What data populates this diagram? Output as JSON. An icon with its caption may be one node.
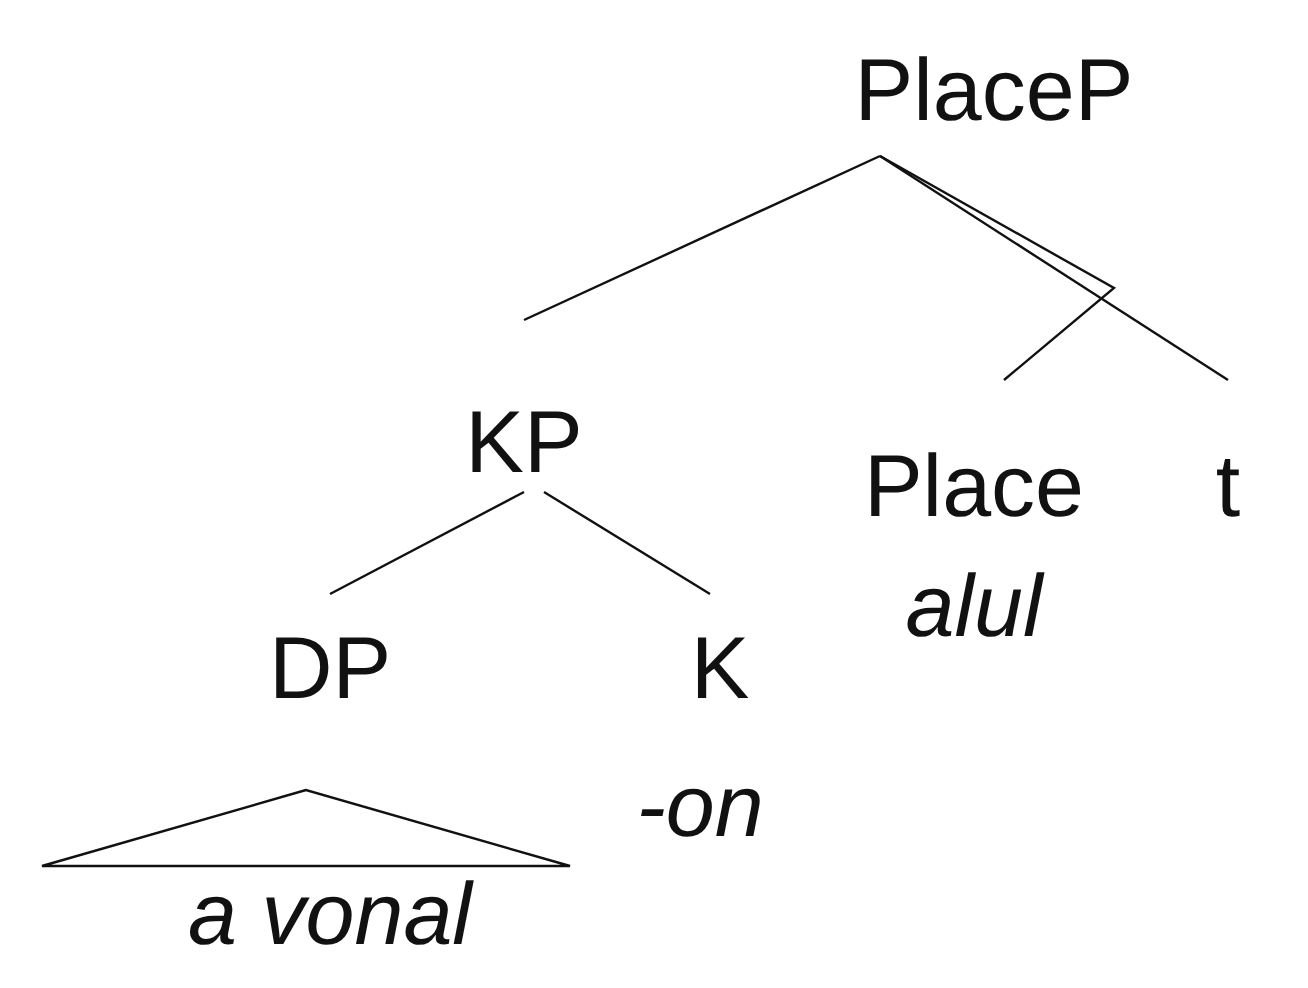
{
  "diagram": {
    "nodes": [
      {
        "text": [
          "PlaceP"
        ]
      },
      {
        "text": [
          "KP"
        ]
      },
      {
        "text": [
          "Place"
        ],
        "beside": [
          "alul"
        ]
      },
      {
        "text": [
          "t"
        ]
      },
      {
        "text": [
          "DP"
        ]
      },
      {
        "text": [
          "K"
        ],
        "beside": [
          "-on"
        ]
      },
      {
        "text": [],
        "shape": "triangle",
        "beside": [
          "a vonal"
        ]
      }
    ],
    "edges": [
      {
        "from": 0,
        "to": 1,
        "arrow": "none"
      },
      {
        "from": 0,
        "to": 2,
        "arrow": "none"
      },
      {
        "from": 0,
        "to": 3,
        "arrow": "none"
      },
      {
        "from": 1,
        "to": 4,
        "arrow": "none"
      },
      {
        "from": 1,
        "to": 5,
        "arrow": "none"
      }
    ]
  }
}
